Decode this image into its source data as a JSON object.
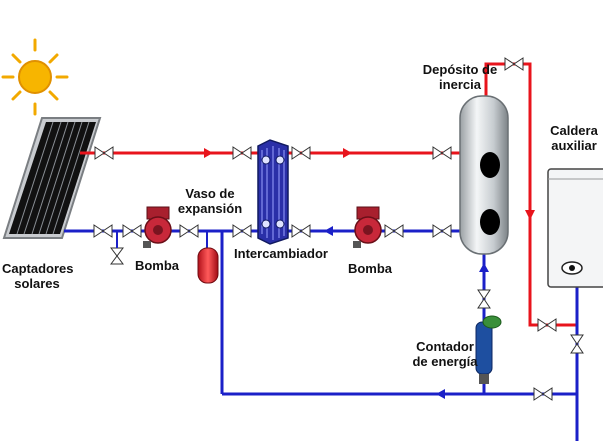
{
  "labels": {
    "captadores": "Captadores\nsolares",
    "bomba_left": "Bomba",
    "vaso": "Vaso de\nexpansión",
    "intercambiador": "Intercambiador",
    "bomba_right": "Bomba",
    "deposito": "Depósito de\ninercia",
    "caldera": "Caldera\nauxiliar",
    "contador": "Contador\nde energía"
  },
  "colors": {
    "hot_pipe": "#e8141c",
    "cold_pipe": "#1b20c8",
    "sun": "#f2a900",
    "pump": "#c8283a",
    "exchanger": "#2a2fa8",
    "tank": "#cfd3d6",
    "meter": "#1e4fa0"
  },
  "icons": [
    "sun-icon",
    "solar-panel-icon",
    "pump-icon",
    "expansion-vessel-icon",
    "heat-exchanger-icon",
    "buffer-tank-icon",
    "boiler-icon",
    "energy-meter-icon",
    "valve-icon"
  ]
}
